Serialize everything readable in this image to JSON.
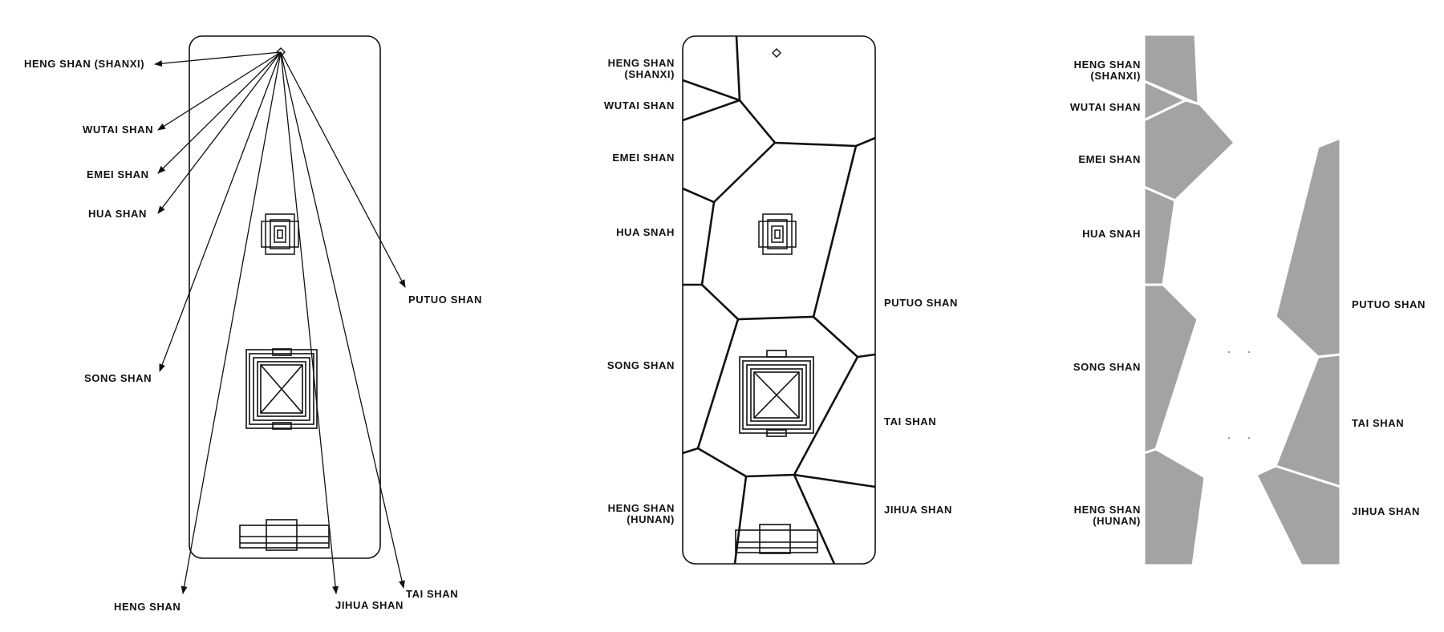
{
  "panel1": {
    "labels": {
      "heng_shan_shanxi": "HENG SHAN (SHANXI)",
      "wutai_shan": "WUTAI SHAN",
      "emei_shan": "EMEI SHAN",
      "hua_shan": "HUA SHAN",
      "putuo_shan": "PUTUO SHAN",
      "song_shan": "SONG SHAN",
      "heng_shan": "HENG SHAN",
      "jihua_shan": "JIHUA SHAN",
      "tai_shan": "TAI SHAN"
    }
  },
  "panel2": {
    "labels": {
      "heng_shan_shanxi_1": "HENG SHAN",
      "heng_shan_shanxi_2": "(SHANXI)",
      "wutai_shan": "WUTAI SHAN",
      "emei_shan": "EMEI SHAN",
      "hua_snah": "HUA SNAH",
      "song_shan": "SONG SHAN",
      "heng_shan_hunan_1": "HENG SHAN",
      "heng_shan_hunan_2": "(HUNAN)",
      "putuo_shan": "PUTUO SHAN",
      "tai_shan": "TAI SHAN",
      "jihua_shan": "JIHUA SHAN"
    }
  },
  "panel3": {
    "fill_color": "#a3a3a3",
    "labels": {
      "heng_shan_shanxi_1": "HENG SHAN",
      "heng_shan_shanxi_2": "(SHANXI)",
      "wutai_shan": "WUTAI SHAN",
      "emei_shan": "EMEI SHAN",
      "hua_snah": "HUA SNAH",
      "song_shan": "SONG SHAN",
      "heng_shan_hunan_1": "HENG SHAN",
      "heng_shan_hunan_2": "(HUNAN)",
      "putuo_shan": "PUTUO SHAN",
      "tai_shan": "TAI SHAN",
      "jihua_shan": "JIHUA SHAN"
    }
  }
}
